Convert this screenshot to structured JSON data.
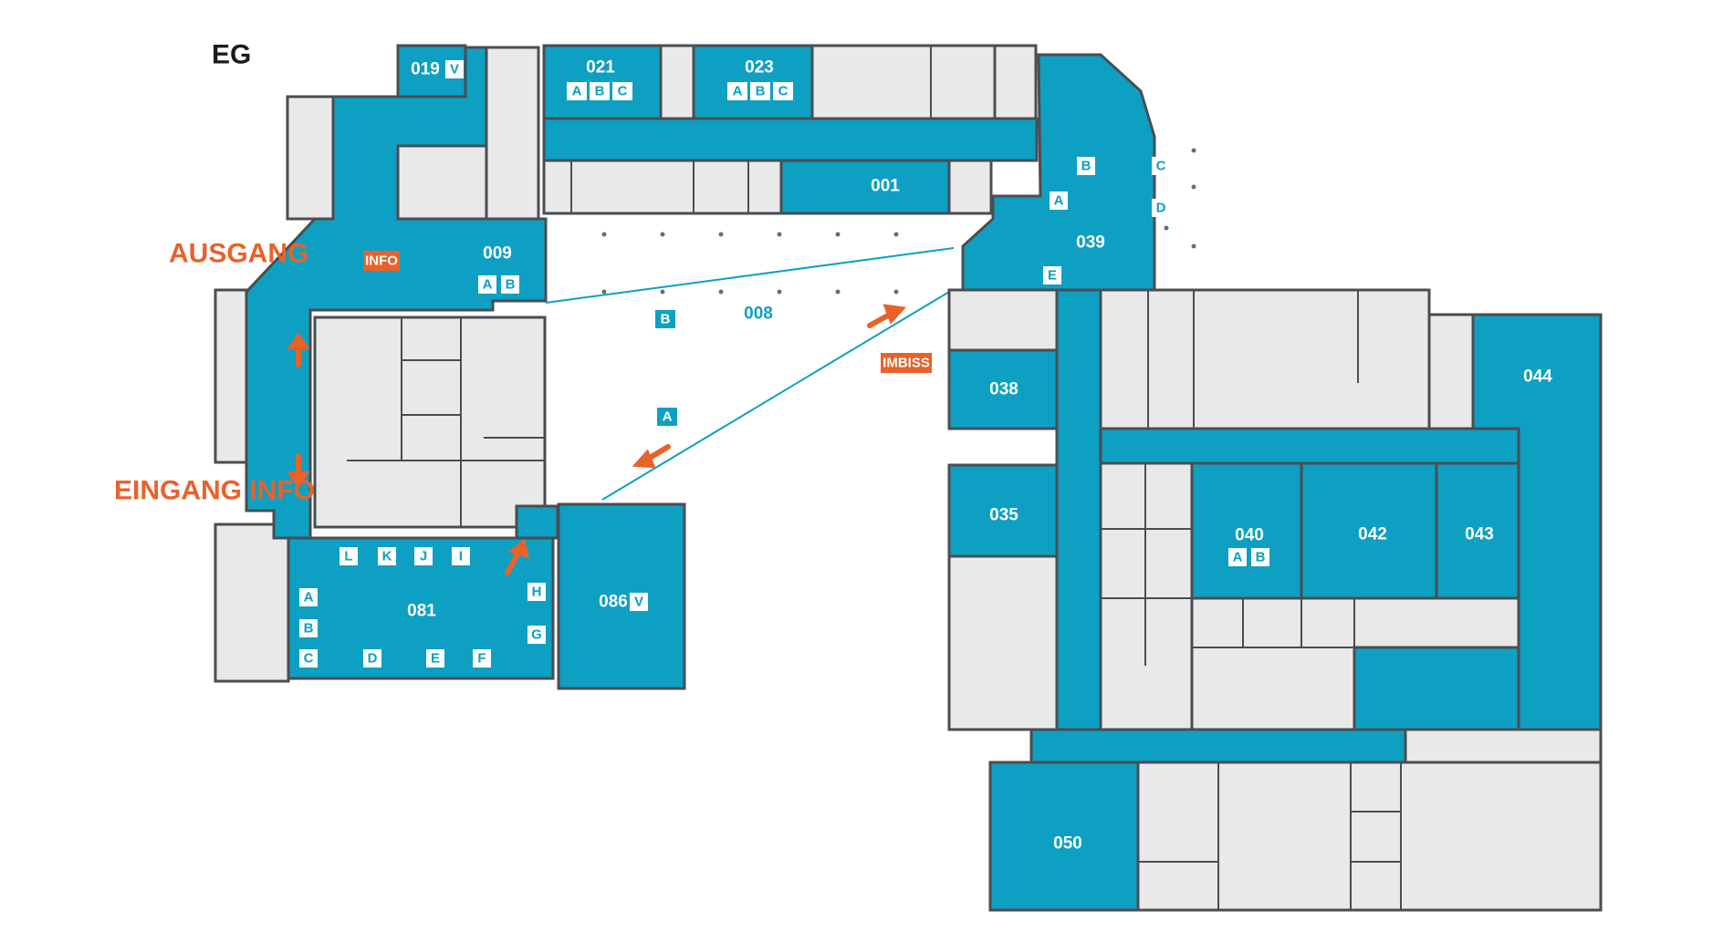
{
  "floor": "EG",
  "labels": {
    "ausgang": "AUSGANG",
    "eingang": "EINGANG INFO",
    "info": "INFO",
    "imbiss": "IMBISS"
  },
  "colors": {
    "room_blue": "#0ea0c2",
    "room_grey": "#e9e9ea",
    "accent_orange": "#e8622a",
    "wall": "#4a4d52"
  },
  "rooms": {
    "r019": {
      "number": "019",
      "badge": "V"
    },
    "r021": {
      "number": "021",
      "subs": [
        "A",
        "B",
        "C"
      ]
    },
    "r023": {
      "number": "023",
      "subs": [
        "A",
        "B",
        "C"
      ]
    },
    "r001": {
      "number": "001"
    },
    "r009": {
      "number": "009",
      "subs": [
        "A",
        "B"
      ]
    },
    "r008": {
      "number": "008",
      "subs": [
        "A",
        "B"
      ]
    },
    "r039": {
      "number": "039",
      "subs": [
        "A",
        "B",
        "C",
        "D",
        "E"
      ]
    },
    "r038": {
      "number": "038"
    },
    "r035": {
      "number": "035"
    },
    "r081": {
      "number": "081",
      "subs": [
        "A",
        "B",
        "C",
        "D",
        "E",
        "F",
        "G",
        "H",
        "I",
        "J",
        "K",
        "L"
      ]
    },
    "r086": {
      "number": "086",
      "badge": "V"
    },
    "r040": {
      "number": "040",
      "subs": [
        "A",
        "B"
      ]
    },
    "r042": {
      "number": "042"
    },
    "r043": {
      "number": "043"
    },
    "r044": {
      "number": "044"
    },
    "r050": {
      "number": "050"
    }
  }
}
